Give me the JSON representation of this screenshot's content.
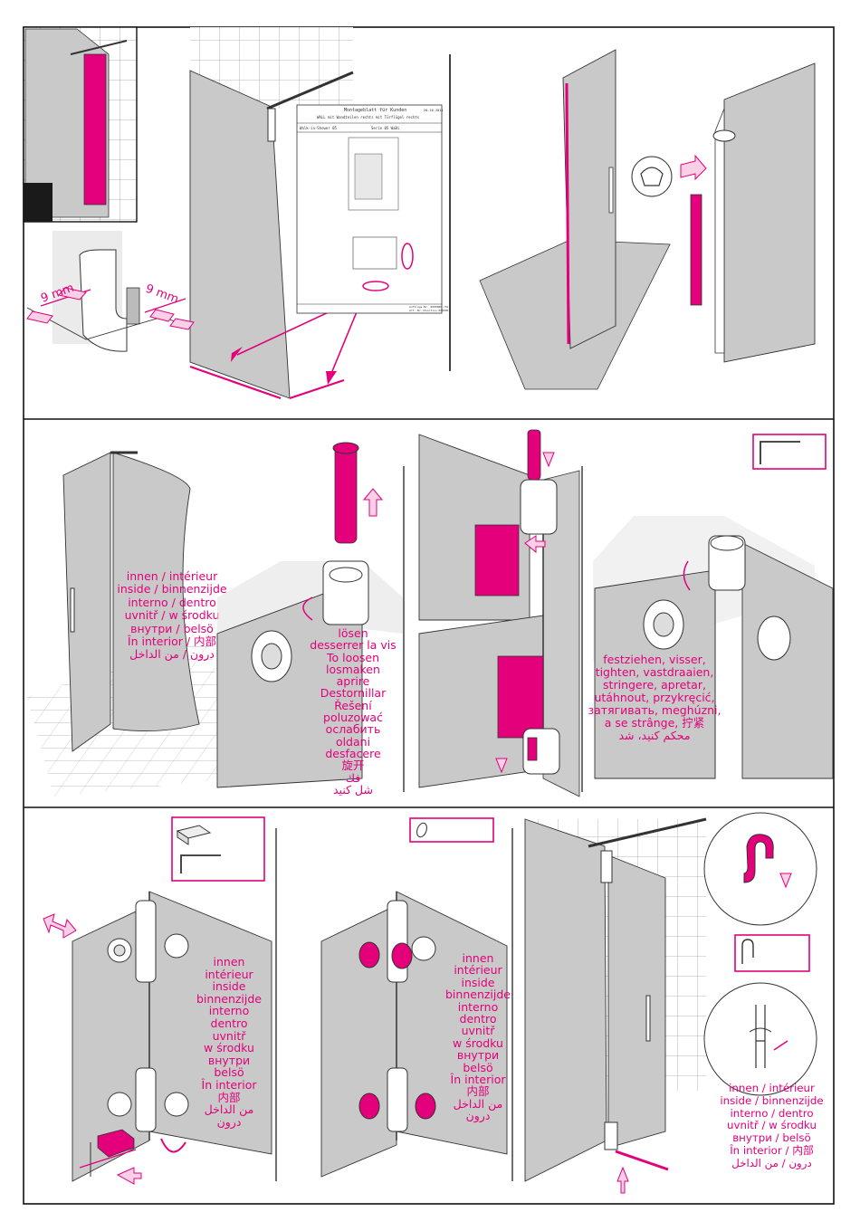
{
  "colors": {
    "accent": "#e3007a",
    "glass": "#c9c9c9",
    "line": "#1a1a1a"
  },
  "panel1": {
    "dimension_left": "9 mm",
    "dimension_right": "9 mm",
    "sheet": {
      "title": "Montageblatt für Kunden",
      "date": "20.10.2011",
      "line1": "WALL mit Wandteilen rechts mit Türflügel rechts",
      "line2a": "Walk-in-Shower 05",
      "line2b": "Serie 05 WaBi",
      "foot1": "Auftrags-Nr. 0000000 /01",
      "foot2": "Art.-Nr./Position 000000"
    }
  },
  "panel3": {
    "inside_lines": [
      "innen / intérieur",
      "inside / binnenzijde",
      "interno / dentro",
      "uvnitř / w środku",
      "внутри / belsö",
      "În interior / 内部",
      "درون / من الداخل"
    ]
  },
  "panel4": {
    "loosen_lines": [
      "lösen",
      "desserrer la vis",
      "To loosen",
      "losmaken",
      "aprire",
      "Destornillar",
      "Řešení",
      "poluzować",
      "ослабить",
      "oldani",
      "desfacere",
      "旋开",
      "فك",
      "شل کنید"
    ]
  },
  "panel6": {
    "tighten_lines": [
      "festziehen, visser,",
      "tighten, vastdraaien,",
      "stringere, apretar,",
      "utáhnout, przykręcić,",
      "затягивать, meghúzni,",
      "a se strânge,  拧紧",
      "محکم کنید، شد"
    ]
  },
  "panel7": {
    "inside_lines": [
      "innen",
      "intérieur",
      "inside",
      "binnenzijde",
      "interno",
      "dentro",
      "uvnitř",
      "w środku",
      "внутри",
      "belsö",
      "În interior",
      "内部",
      "من الداخل",
      "درون"
    ]
  },
  "panel8": {
    "inside_lines": [
      "innen",
      "intérieur",
      "inside",
      "binnenzijde",
      "interno",
      "dentro",
      "uvnitř",
      "w środku",
      "внутри",
      "belsö",
      "În interior",
      "内部",
      "من الداخل",
      "درون"
    ]
  },
  "panel9": {
    "inside_lines": [
      "innen / intérieur",
      "inside / binnenzijde",
      "interno / dentro",
      "uvnitř / w środku",
      "внутри / belsö",
      "În interior / 内部",
      "درون / من الداخل"
    ]
  }
}
